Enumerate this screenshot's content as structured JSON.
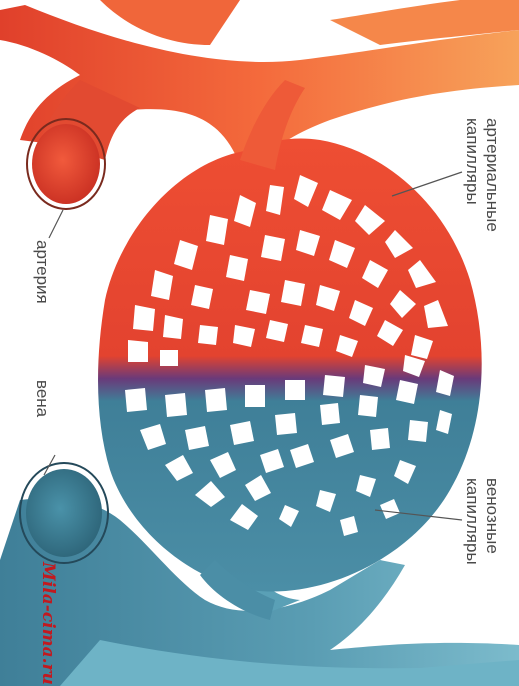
{
  "labels": {
    "artery": "артерия",
    "vein": "вена",
    "arterial_capillaries": [
      "артериальные",
      "капилляры"
    ],
    "venous_capillaries": [
      "венозные",
      "капилляры"
    ]
  },
  "watermark": "Mila-cima.ru",
  "colors": {
    "arterial": "#e8452e",
    "arterial_light": "#f37a4a",
    "venous": "#4f8fa6",
    "venous_light": "#6fb0c4",
    "transition": "#6a3a7a"
  }
}
